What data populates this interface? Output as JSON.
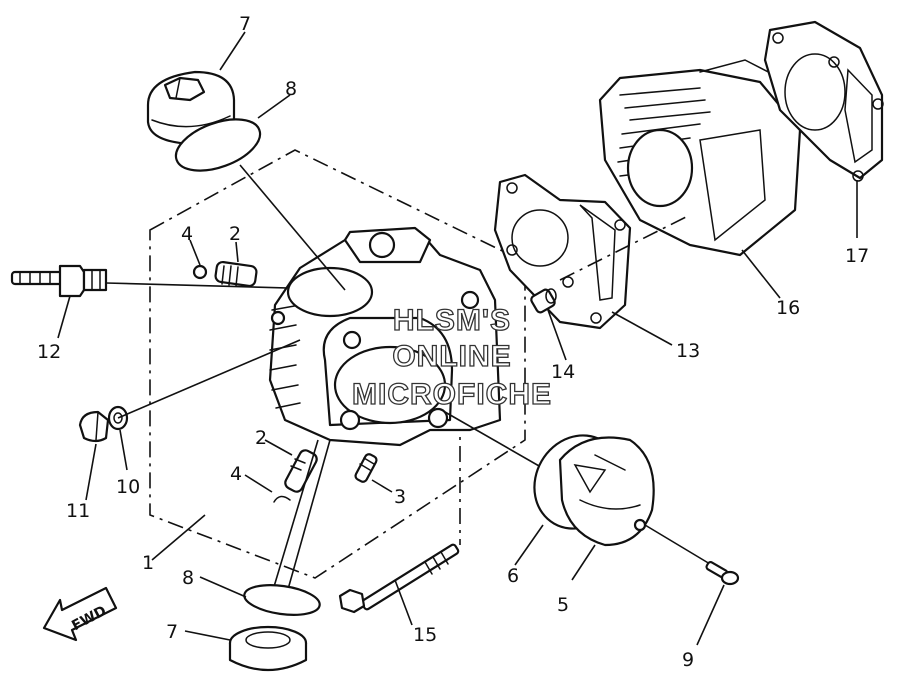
{
  "diagram": {
    "callouts": [
      {
        "id": "1",
        "label": "1"
      },
      {
        "id": "2a",
        "label": "2"
      },
      {
        "id": "2b",
        "label": "2"
      },
      {
        "id": "3",
        "label": "3"
      },
      {
        "id": "4a",
        "label": "4"
      },
      {
        "id": "4b",
        "label": "4"
      },
      {
        "id": "5",
        "label": "5"
      },
      {
        "id": "6",
        "label": "6"
      },
      {
        "id": "7a",
        "label": "7"
      },
      {
        "id": "7b",
        "label": "7"
      },
      {
        "id": "8a",
        "label": "8"
      },
      {
        "id": "8b",
        "label": "8"
      },
      {
        "id": "9",
        "label": "9"
      },
      {
        "id": "10",
        "label": "10"
      },
      {
        "id": "11",
        "label": "11"
      },
      {
        "id": "12",
        "label": "12"
      },
      {
        "id": "13",
        "label": "13"
      },
      {
        "id": "14",
        "label": "14"
      },
      {
        "id": "15",
        "label": "15"
      },
      {
        "id": "16",
        "label": "16"
      },
      {
        "id": "17",
        "label": "17"
      }
    ],
    "direction_arrow": "FWD",
    "watermark": [
      "HLSM'S",
      "ONLINE",
      "MICROFICHE"
    ]
  }
}
